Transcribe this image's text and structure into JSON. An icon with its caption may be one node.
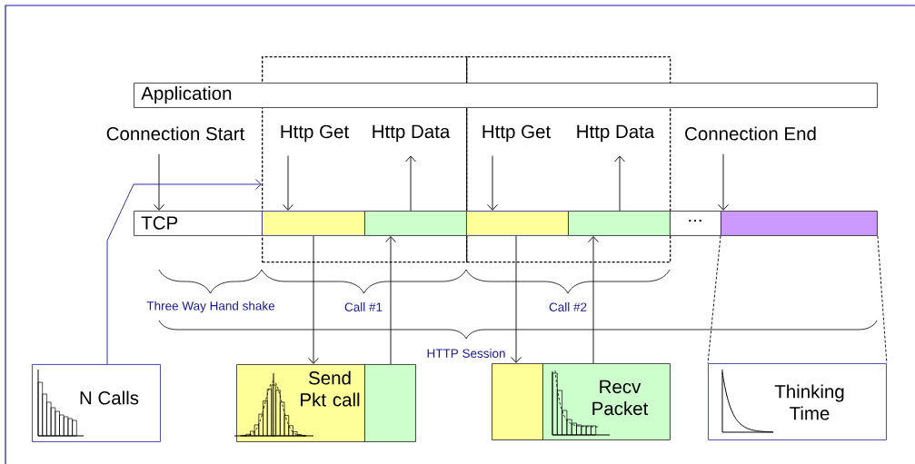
{
  "diagram": {
    "nodes": [
      {
        "text": [
          "Application"
        ]
      },
      {
        "text": [
          "Connection Start"
        ]
      },
      {
        "text": [],
        "shape": "box"
      },
      {
        "text": [
          "Http Get"
        ],
        "in": 2
      },
      {
        "text": [
          "Http Data"
        ],
        "in": 2
      },
      {
        "text": [],
        "shape": "box"
      },
      {
        "text": [
          "Http Get"
        ],
        "in": 5
      },
      {
        "text": [
          "Http Data"
        ],
        "in": 5
      },
      {
        "text": [
          "Connection End"
        ]
      },
      {
        "text": [
          "TCP"
        ]
      },
      {
        "text": [],
        "shape": "box",
        "in": 2
      },
      {
        "text": [],
        "shape": "box",
        "in": 2
      },
      {
        "text": [],
        "shape": "box",
        "in": 5
      },
      {
        "text": [],
        "shape": "box",
        "in": 5
      },
      {
        "text": [
          "..."
        ]
      },
      {
        "text": [],
        "shape": "box"
      },
      {
        "text": [
          "N Calls"
        ]
      },
      {
        "text": [
          "Send Pkt call"
        ]
      },
      {
        "text": [],
        "shape": "box"
      },
      {
        "text": [],
        "shape": "box"
      },
      {
        "text": [
          "Recv Packet"
        ]
      },
      {
        "text": [
          "Thinking Time"
        ]
      }
    ],
    "edges": [
      {
        "from": 1,
        "to": 9,
        "arrow": "to"
      },
      {
        "from": 3,
        "to": 10,
        "arrow": "to"
      },
      {
        "from": 11,
        "to": 4,
        "arrow": "to"
      },
      {
        "from": 6,
        "to": 12,
        "arrow": "to"
      },
      {
        "from": 13,
        "to": 7,
        "arrow": "to"
      },
      {
        "from": 8,
        "to": 15,
        "arrow": "to"
      },
      {
        "from": 10,
        "to": 17,
        "arrow": "to"
      },
      {
        "from": 18,
        "to": 11,
        "arrow": "to"
      },
      {
        "from": 12,
        "to": 19,
        "arrow": "to"
      },
      {
        "from": 20,
        "to": 13,
        "arrow": "to"
      },
      {
        "from": 16,
        "to": 2,
        "arrow": "to",
        "color": "#1a1aa0"
      },
      {
        "from": 15,
        "to": 21,
        "arrow": "none",
        "style": "dashed"
      },
      {
        "from": 15,
        "to": 21,
        "arrow": "none",
        "style": "dashed"
      }
    ],
    "labels": [
      "Three Way Hand shake",
      "Call #1",
      "Call #2",
      "HTTP Session"
    ]
  }
}
